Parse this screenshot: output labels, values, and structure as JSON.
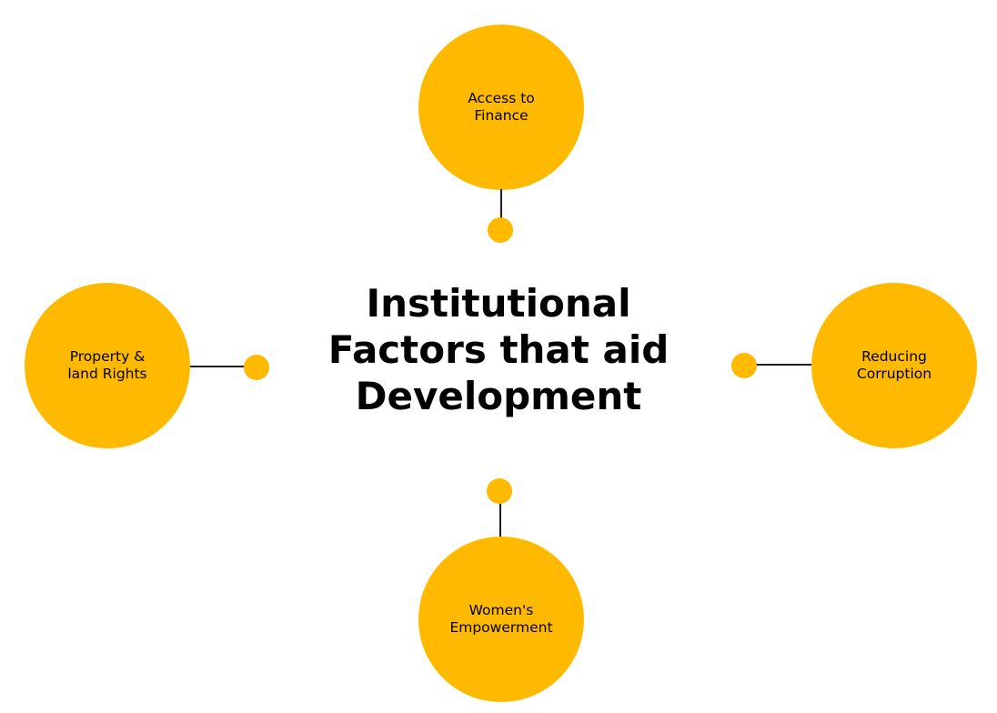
{
  "diagram": {
    "title_lines": [
      "Institutional",
      "Factors that aid",
      "Development"
    ],
    "accent_color": "#FFBA00",
    "line_color": "#1F1F1F",
    "nodes": {
      "top": {
        "lines": [
          "Access to",
          "Finance"
        ]
      },
      "left": {
        "lines": [
          "Property &",
          "land Rights"
        ]
      },
      "right": {
        "lines": [
          "Reducing",
          "Corruption"
        ]
      },
      "bottom": {
        "lines": [
          "Women's",
          "Empowerment"
        ]
      }
    }
  }
}
